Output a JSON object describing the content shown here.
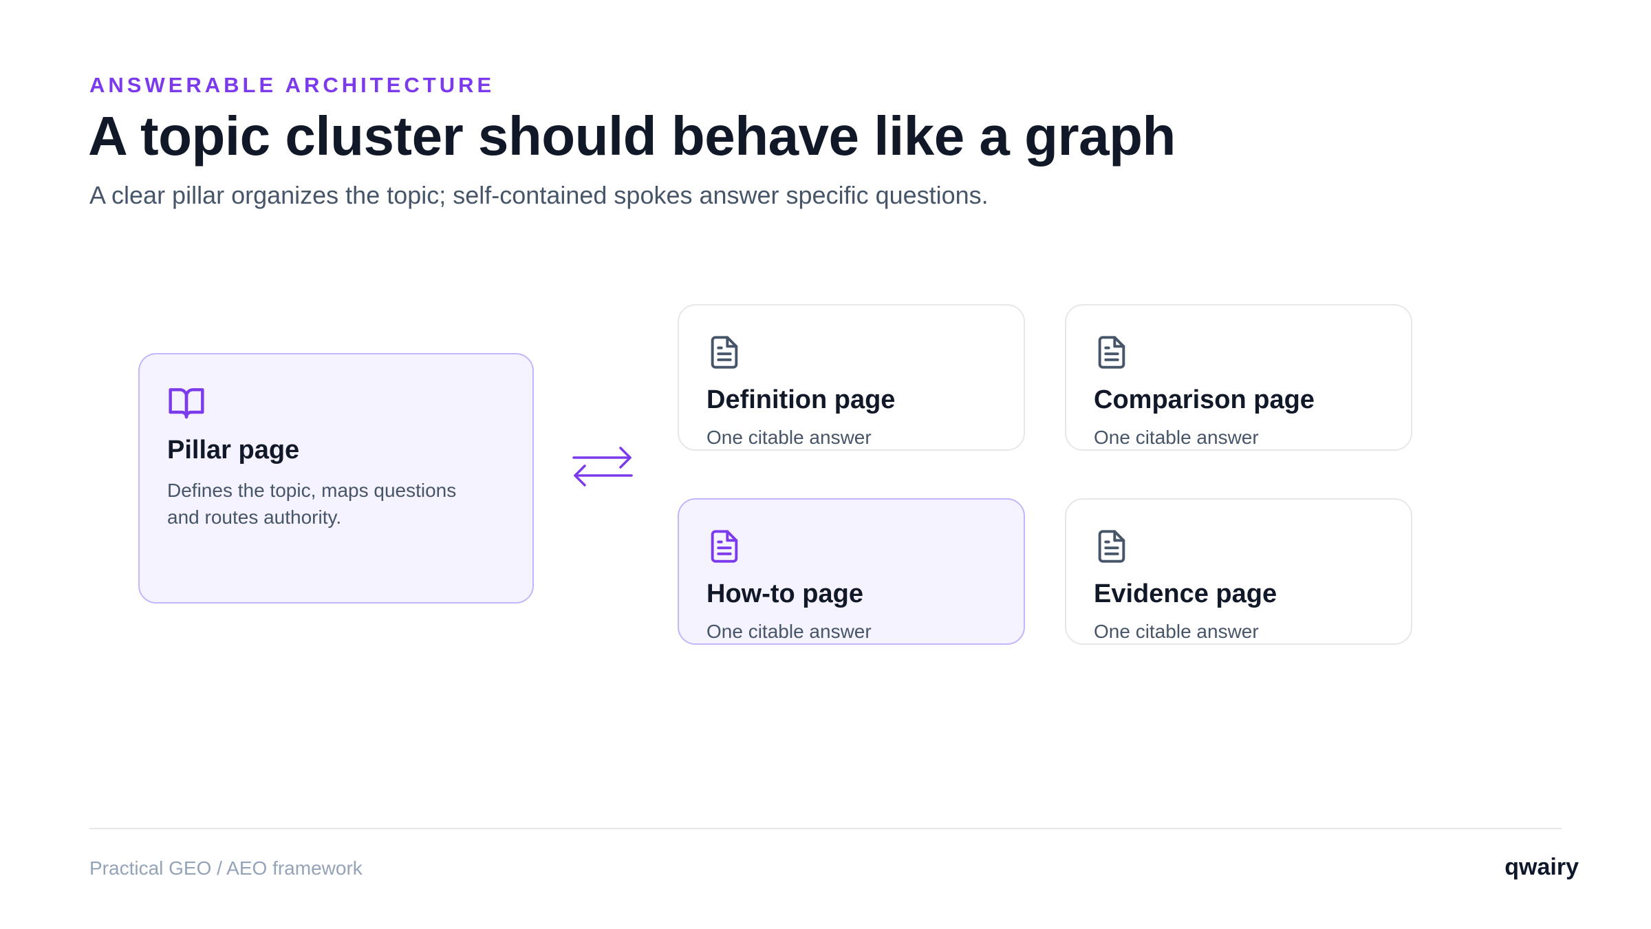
{
  "header": {
    "eyebrow": "ANSWERABLE ARCHITECTURE",
    "title": "A topic cluster should behave like a graph",
    "subtitle": "A clear pillar organizes the topic; self-contained spokes answer specific questions."
  },
  "pillar": {
    "icon": "book-open-icon",
    "title": "Pillar page",
    "description": "Defines the topic, maps questions and routes authority."
  },
  "connector": {
    "icon": "exchange-arrows-icon"
  },
  "spokes": [
    {
      "icon": "document-icon",
      "title": "Definition page",
      "subtitle": "One citable answer",
      "highlighted": false
    },
    {
      "icon": "document-icon",
      "title": "Comparison page",
      "subtitle": "One citable answer",
      "highlighted": false
    },
    {
      "icon": "document-icon",
      "title": "How-to page",
      "subtitle": "One citable answer",
      "highlighted": true
    },
    {
      "icon": "document-icon",
      "title": "Evidence page",
      "subtitle": "One citable answer",
      "highlighted": false
    }
  ],
  "footer": {
    "left": "Practical GEO / AEO framework",
    "brand": "qwairy"
  },
  "colors": {
    "accent": "#7c3aed",
    "accent_light_bg": "#f5f3ff",
    "accent_border": "#c4b5fd",
    "heading": "#111827",
    "body_text": "#475569",
    "muted_text": "#94a3b8",
    "card_border": "#e5e7eb",
    "icon_default": "#475569"
  }
}
